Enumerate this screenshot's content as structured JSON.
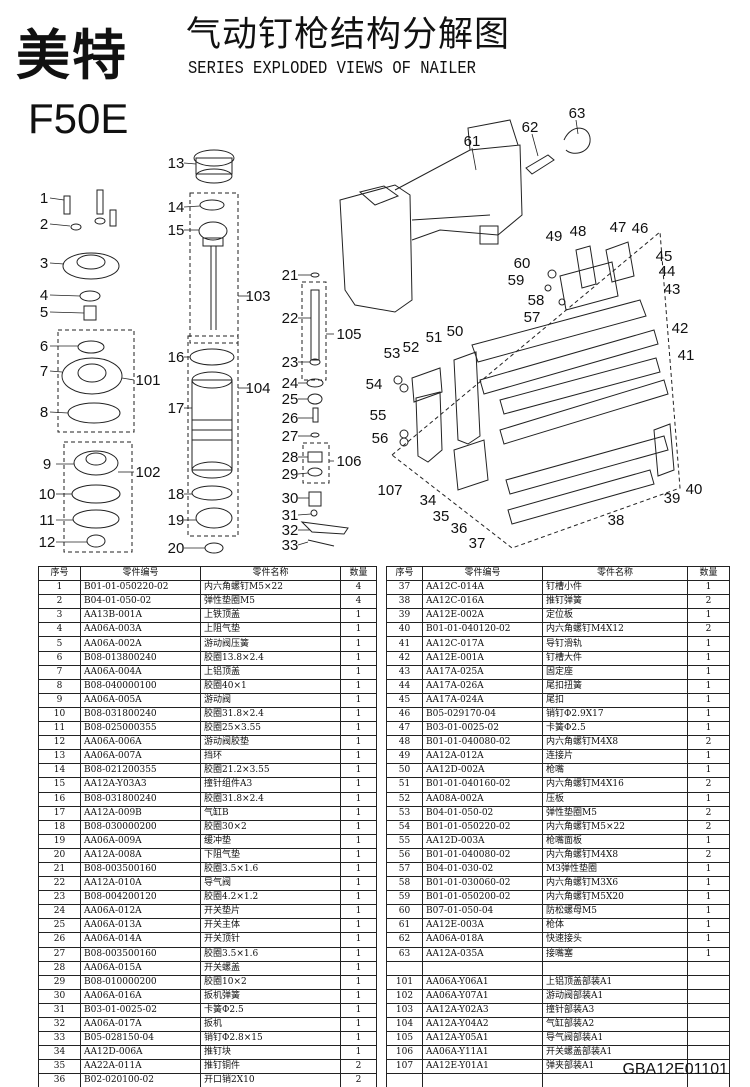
{
  "header": {
    "logo": "美特",
    "model": "F50E",
    "title_cn": "气动钉枪结构分解图",
    "title_en": "SERIES EXPLODED VIEWS OF NAILER"
  },
  "callouts": [
    "1",
    "2",
    "3",
    "4",
    "5",
    "6",
    "7",
    "8",
    "9",
    "10",
    "11",
    "12",
    "13",
    "14",
    "15",
    "16",
    "17",
    "18",
    "19",
    "20",
    "21",
    "22",
    "23",
    "24",
    "25",
    "26",
    "27",
    "28",
    "29",
    "30",
    "31",
    "32",
    "33",
    "34",
    "35",
    "36",
    "37",
    "38",
    "39",
    "40",
    "41",
    "42",
    "43",
    "44",
    "45",
    "46",
    "47",
    "48",
    "49",
    "50",
    "51",
    "52",
    "53",
    "54",
    "55",
    "56",
    "57",
    "58",
    "59",
    "60",
    "61",
    "62",
    "63",
    "101",
    "102",
    "103",
    "104",
    "105",
    "106",
    "107"
  ],
  "table": {
    "headers": [
      "序号",
      "零件编号",
      "零件名称",
      "数量"
    ],
    "left_rows": [
      [
        "1",
        "B01-01-050220-02",
        "内六角螺钉M5×22",
        "4"
      ],
      [
        "2",
        "B04-01-050-02",
        "弹性垫圈M5",
        "4"
      ],
      [
        "3",
        "AA13B-001A",
        "上铁顶盖",
        "1"
      ],
      [
        "4",
        "AA06A-003A",
        "上阻气垫",
        "1"
      ],
      [
        "5",
        "AA06A-002A",
        "游动阀压簧",
        "1"
      ],
      [
        "6",
        "B08-013800240",
        "胶圈13.8×2.4",
        "1"
      ],
      [
        "7",
        "AA06A-004A",
        "上铝顶盖",
        "1"
      ],
      [
        "8",
        "B08-040000100",
        "胶圈40×1",
        "1"
      ],
      [
        "9",
        "AA06A-005A",
        "游动阀",
        "1"
      ],
      [
        "10",
        "B08-031800240",
        "胶圈31.8×2.4",
        "1"
      ],
      [
        "11",
        "B08-025000355",
        "胶圈25×3.55",
        "1"
      ],
      [
        "12",
        "AA06A-006A",
        "游动阀胶垫",
        "1"
      ],
      [
        "13",
        "AA06A-007A",
        "挡环",
        "1"
      ],
      [
        "14",
        "B08-021200355",
        "胶圈21.2×3.55",
        "1"
      ],
      [
        "15",
        "AA12A-Y03A3",
        "撞针组件A3",
        "1"
      ],
      [
        "16",
        "B08-031800240",
        "胶圈31.8×2.4",
        "1"
      ],
      [
        "17",
        "AA12A-009B",
        "气缸B",
        "1"
      ],
      [
        "18",
        "B08-030000200",
        "胶圈30×2",
        "1"
      ],
      [
        "19",
        "AA06A-009A",
        "缓冲垫",
        "1"
      ],
      [
        "20",
        "AA12A-008A",
        "下阻气垫",
        "1"
      ],
      [
        "21",
        "B08-003500160",
        "胶圈3.5×1.6",
        "1"
      ],
      [
        "22",
        "AA12A-010A",
        "导气阀",
        "1"
      ],
      [
        "23",
        "B08-004200120",
        "胶圈4.2×1.2",
        "1"
      ],
      [
        "24",
        "AA06A-012A",
        "开关垫片",
        "1"
      ],
      [
        "25",
        "AA06A-013A",
        "开关主体",
        "1"
      ],
      [
        "26",
        "AA06A-014A",
        "开关顶针",
        "1"
      ],
      [
        "27",
        "B08-003500160",
        "胶圈3.5×1.6",
        "1"
      ],
      [
        "28",
        "AA06A-015A",
        "开关螺盖",
        "1"
      ],
      [
        "29",
        "B08-010000200",
        "胶圈10×2",
        "1"
      ],
      [
        "30",
        "AA06A-016A",
        "扳机弹簧",
        "1"
      ],
      [
        "31",
        "B03-01-0025-02",
        "卡簧Φ2.5",
        "1"
      ],
      [
        "32",
        "AA06A-017A",
        "扳机",
        "1"
      ],
      [
        "33",
        "B05-028150-04",
        "销钉Φ2.8×15",
        "1"
      ],
      [
        "34",
        "AA12D-006A",
        "推钉块",
        "1"
      ],
      [
        "35",
        "AA22A-011A",
        "推钉铜件",
        "2"
      ],
      [
        "36",
        "B02-020100-02",
        "开口销2X10",
        "2"
      ]
    ],
    "right_rows": [
      [
        "37",
        "AA12C-014A",
        "钉槽小件",
        "1"
      ],
      [
        "38",
        "AA12C-016A",
        "推钉弹簧",
        "2"
      ],
      [
        "39",
        "AA12E-002A",
        "定位板",
        "1"
      ],
      [
        "40",
        "B01-01-040120-02",
        "内六角螺钉M4X12",
        "2"
      ],
      [
        "41",
        "AA12C-017A",
        "导钉滑轨",
        "1"
      ],
      [
        "42",
        "AA12E-001A",
        "钉槽大件",
        "1"
      ],
      [
        "43",
        "AA17A-025A",
        "固定座",
        "1"
      ],
      [
        "44",
        "AA17A-026A",
        "尾扣扭簧",
        "1"
      ],
      [
        "45",
        "AA17A-024A",
        "尾扣",
        "1"
      ],
      [
        "46",
        "B05-029170-04",
        "销钉Φ2.9X17",
        "1"
      ],
      [
        "47",
        "B03-01-0025-02",
        "卡簧Φ2.5",
        "1"
      ],
      [
        "48",
        "B01-01-040080-02",
        "内六角螺钉M4X8",
        "2"
      ],
      [
        "49",
        "AA12A-012A",
        "连接片",
        "1"
      ],
      [
        "50",
        "AA12D-002A",
        "枪嘴",
        "1"
      ],
      [
        "51",
        "B01-01-040160-02",
        "内六角螺钉M4X16",
        "2"
      ],
      [
        "52",
        "AA08A-002A",
        "压板",
        "1"
      ],
      [
        "53",
        "B04-01-050-02",
        "弹性垫圈M5",
        "2"
      ],
      [
        "54",
        "B01-01-050220-02",
        "内六角螺钉M5×22",
        "2"
      ],
      [
        "55",
        "AA12D-003A",
        "枪嘴面板",
        "1"
      ],
      [
        "56",
        "B01-01-040080-02",
        "内六角螺钉M4X8",
        "2"
      ],
      [
        "57",
        "B04-01-030-02",
        "M3弹性垫圈",
        "1"
      ],
      [
        "58",
        "B01-01-030060-02",
        "内六角螺钉M3X6",
        "1"
      ],
      [
        "59",
        "B01-01-050200-02",
        "内六角螺钉M5X20",
        "1"
      ],
      [
        "60",
        "B07-01-050-04",
        "防松螺母M5",
        "1"
      ],
      [
        "61",
        "AA12E-003A",
        "枪体",
        "1"
      ],
      [
        "62",
        "AA06A-018A",
        "快速接头",
        "1"
      ],
      [
        "63",
        "AA12A-035A",
        "接嘴塞",
        "1"
      ],
      [
        "",
        "",
        "",
        ""
      ],
      [
        "101",
        "AA06A-Y06A1",
        "上铝顶盖部装A1",
        ""
      ],
      [
        "102",
        "AA06A-Y07A1",
        "游动阀部装A1",
        ""
      ],
      [
        "103",
        "AA12A-Y02A3",
        "撞针部装A3",
        ""
      ],
      [
        "104",
        "AA12A-Y04A2",
        "气缸部装A2",
        ""
      ],
      [
        "105",
        "AA12A-Y05A1",
        "导气阀部装A1",
        ""
      ],
      [
        "106",
        "AA06A-Y11A1",
        "开关螺盖部装A1",
        ""
      ],
      [
        "107",
        "AA12E-Y01A1",
        "弹夹部装A1",
        ""
      ],
      [
        "",
        "",
        "",
        ""
      ]
    ]
  },
  "footer": {
    "code": "GBA12E01101"
  }
}
